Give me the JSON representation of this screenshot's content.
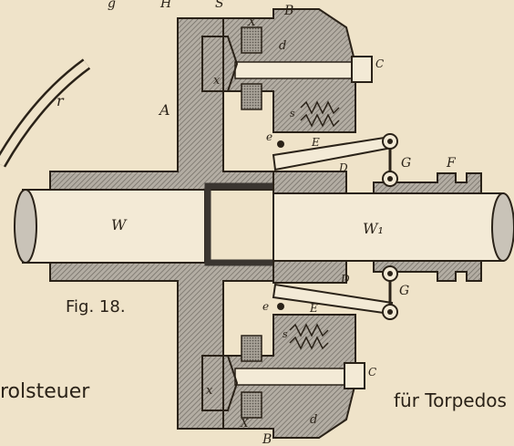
{
  "figure": {
    "caption": "Fig. 18.",
    "left_text": "rolsteuer",
    "right_text": "für Torpedos"
  },
  "labels": {
    "A": "A",
    "B_top": "B",
    "B_bottom": "B",
    "W": "W",
    "W1": "W₁",
    "G_top": "G",
    "G_bottom": "G",
    "F": "F",
    "r": "r",
    "d_top": "d",
    "d_bottom": "d",
    "x_top": "x",
    "x_bottom": "x",
    "X_top": "X",
    "X_bottom": "X",
    "E_top": "E",
    "E_bottom": "E",
    "e_top": "e",
    "e_bottom": "e",
    "s_top": "s",
    "s_bottom": "s",
    "C_top": "C",
    "C_bottom": "C",
    "D_top": "D",
    "D_bottom": "D",
    "top_fragment_1": "g",
    "top_fragment_2": "H",
    "top_fragment_3": "S"
  },
  "colors": {
    "paper": "#efe3c9",
    "ink": "#2a2218",
    "hatch": "#9a948a",
    "dark_part": "#3a3530"
  }
}
